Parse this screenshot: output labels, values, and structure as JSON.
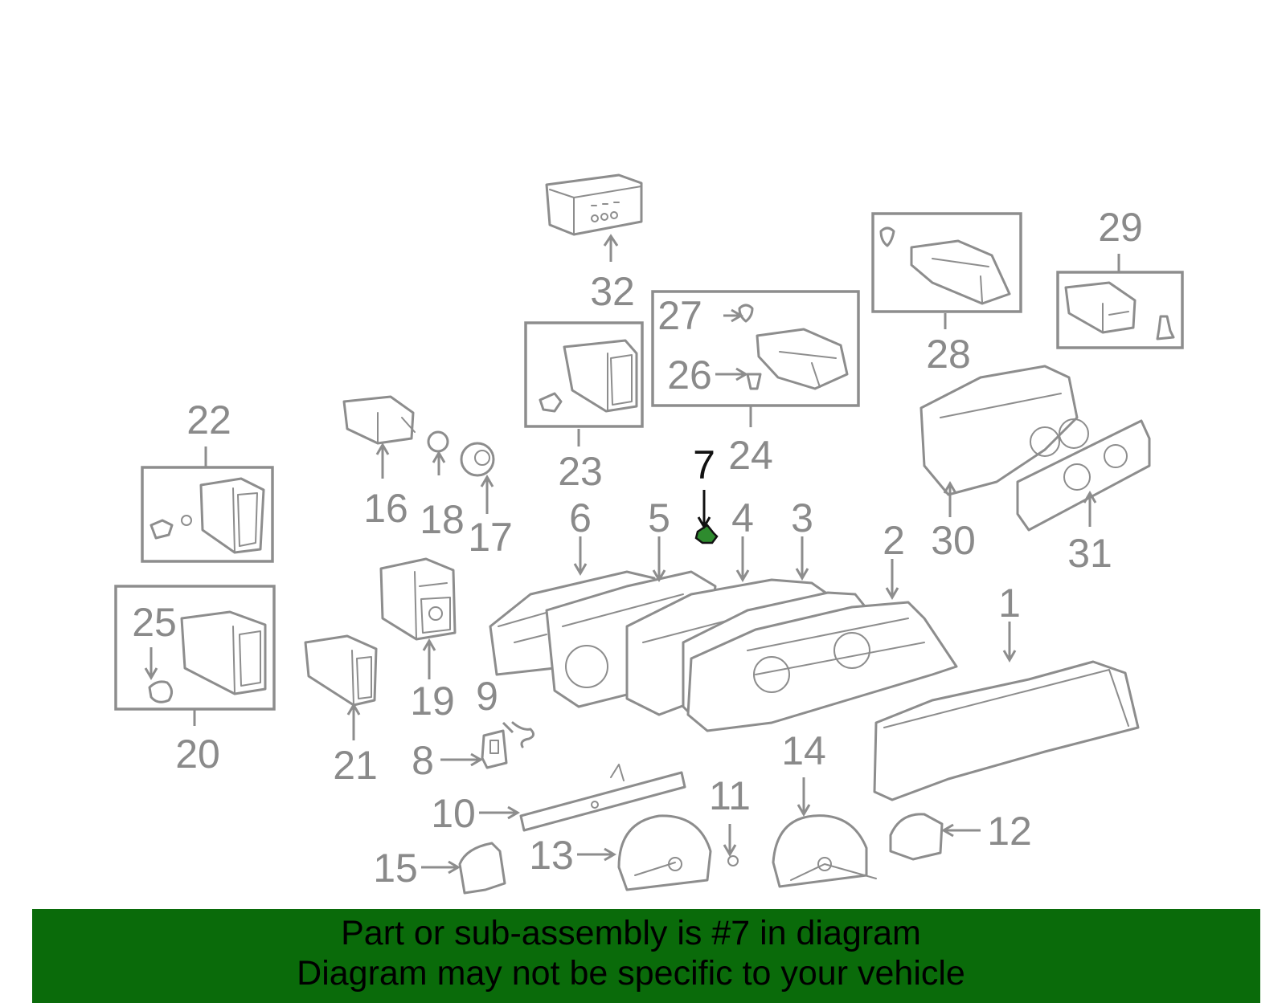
{
  "callouts": [
    {
      "id": "1",
      "highlight": false
    },
    {
      "id": "2",
      "highlight": false
    },
    {
      "id": "3",
      "highlight": false
    },
    {
      "id": "4",
      "highlight": false
    },
    {
      "id": "5",
      "highlight": false
    },
    {
      "id": "6",
      "highlight": false
    },
    {
      "id": "7",
      "highlight": true
    },
    {
      "id": "8",
      "highlight": false
    },
    {
      "id": "9",
      "highlight": false
    },
    {
      "id": "10",
      "highlight": false
    },
    {
      "id": "11",
      "highlight": false
    },
    {
      "id": "12",
      "highlight": false
    },
    {
      "id": "13",
      "highlight": false
    },
    {
      "id": "14",
      "highlight": false
    },
    {
      "id": "15",
      "highlight": false
    },
    {
      "id": "16",
      "highlight": false
    },
    {
      "id": "17",
      "highlight": false
    },
    {
      "id": "18",
      "highlight": false
    },
    {
      "id": "19",
      "highlight": false
    },
    {
      "id": "20",
      "highlight": false
    },
    {
      "id": "21",
      "highlight": false
    },
    {
      "id": "22",
      "highlight": false
    },
    {
      "id": "23",
      "highlight": false
    },
    {
      "id": "24",
      "highlight": false
    },
    {
      "id": "25",
      "highlight": false
    },
    {
      "id": "26",
      "highlight": false
    },
    {
      "id": "27",
      "highlight": false
    },
    {
      "id": "28",
      "highlight": false
    },
    {
      "id": "29",
      "highlight": false
    },
    {
      "id": "30",
      "highlight": false
    },
    {
      "id": "31",
      "highlight": false
    },
    {
      "id": "32",
      "highlight": false
    }
  ],
  "colors": {
    "part_line": "#8d8d8d",
    "label_gray": "#8a8a8a",
    "highlight_part": "#2e8b2e",
    "footer_bg": "#0a6b0a"
  },
  "footer": {
    "line1": "Part or sub-assembly is #7 in diagram",
    "line2": "Diagram may not be specific to your vehicle"
  }
}
